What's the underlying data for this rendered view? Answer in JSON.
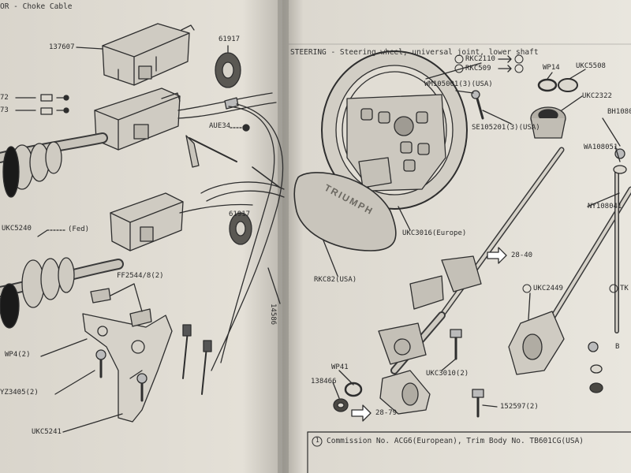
{
  "left_page": {
    "header": "OR - Choke Cable",
    "labels": {
      "p137607": "137607",
      "p61917_top": "61917",
      "p72": "72",
      "p73": "73",
      "aue34": "AUE34",
      "ukc5240": "UKC5240",
      "fed": "(Fed)",
      "p61917_mid": "61917",
      "ff2544": "FF2544/8(2)",
      "wp4": "WP4(2)",
      "yz3405": "YZ3405(2)",
      "ukc5241": "UKC5241",
      "p14586": "14586"
    }
  },
  "right_page": {
    "header": "STEERING - Steering wheel, universal joint, lower shaft",
    "note_rkc2110": "RKC2110",
    "note_rkc509": "RKC509",
    "labels": {
      "wm105001": "WM105001(3)(USA)",
      "wp14": "WP14",
      "ukc5508": "UKC5508",
      "ukc2322": "UKC2322",
      "bh1080": "BH1080",
      "se105201": "SE105201(3)(USA)",
      "wa108051": "WA108051",
      "ny108041": "NY108041",
      "ukc3016": "UKC3016(Europe)",
      "ref2840": "28-40",
      "rkc82": "RKC82(USA)",
      "ukc2449": "UKC2449",
      "tk": "TK",
      "ukc3010": "UKC3010(2)",
      "wp41": "WP41",
      "p138466": "138466",
      "ref2879": "28-79",
      "p152597": "152597(2)",
      "b": "B",
      "footer": "Commission No. ACG6(European), Trim Body No. TB601CG(USA)",
      "footer_num": "1"
    },
    "brand": "TRIUMPH"
  }
}
